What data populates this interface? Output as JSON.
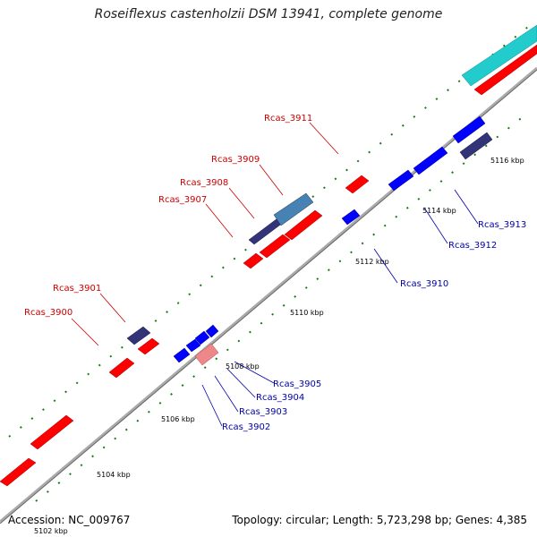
{
  "header": {
    "title": "Roseiflexus castenholzii DSM 13941, complete genome"
  },
  "footer": {
    "accession": "Accession: NC_009767",
    "topology": "Topology: circular; Length: 5,723,298 bp; Genes: 4,385"
  },
  "colors": {
    "forward_gene": "#ff0000",
    "reverse_gene": "#0000ff",
    "forward_label": "#cc0000",
    "reverse_label": "#0000aa",
    "backbone": "#999999",
    "tick": "#1a7a1a",
    "cyan_feature": "#22cccc",
    "steel_feature": "#4682b4",
    "navy_feature": "#333377",
    "pink_feature": "#ee8888"
  },
  "scale": {
    "ticks": [
      {
        "label": "5102 kbp"
      },
      {
        "label": "5104 kbp"
      },
      {
        "label": "5106 kbp"
      },
      {
        "label": "5108 kbp"
      },
      {
        "label": "5110 kbp"
      },
      {
        "label": "5112 kbp"
      },
      {
        "label": "5114 kbp"
      },
      {
        "label": "5116 kbp"
      }
    ]
  },
  "gene_labels": {
    "forward": [
      "Rcas_3911",
      "Rcas_3909",
      "Rcas_3908",
      "Rcas_3907",
      "Rcas_3901",
      "Rcas_3900"
    ],
    "reverse": [
      "Rcas_3913",
      "Rcas_3912",
      "Rcas_3910",
      "Rcas_3905",
      "Rcas_3904",
      "Rcas_3903",
      "Rcas_3902"
    ]
  }
}
